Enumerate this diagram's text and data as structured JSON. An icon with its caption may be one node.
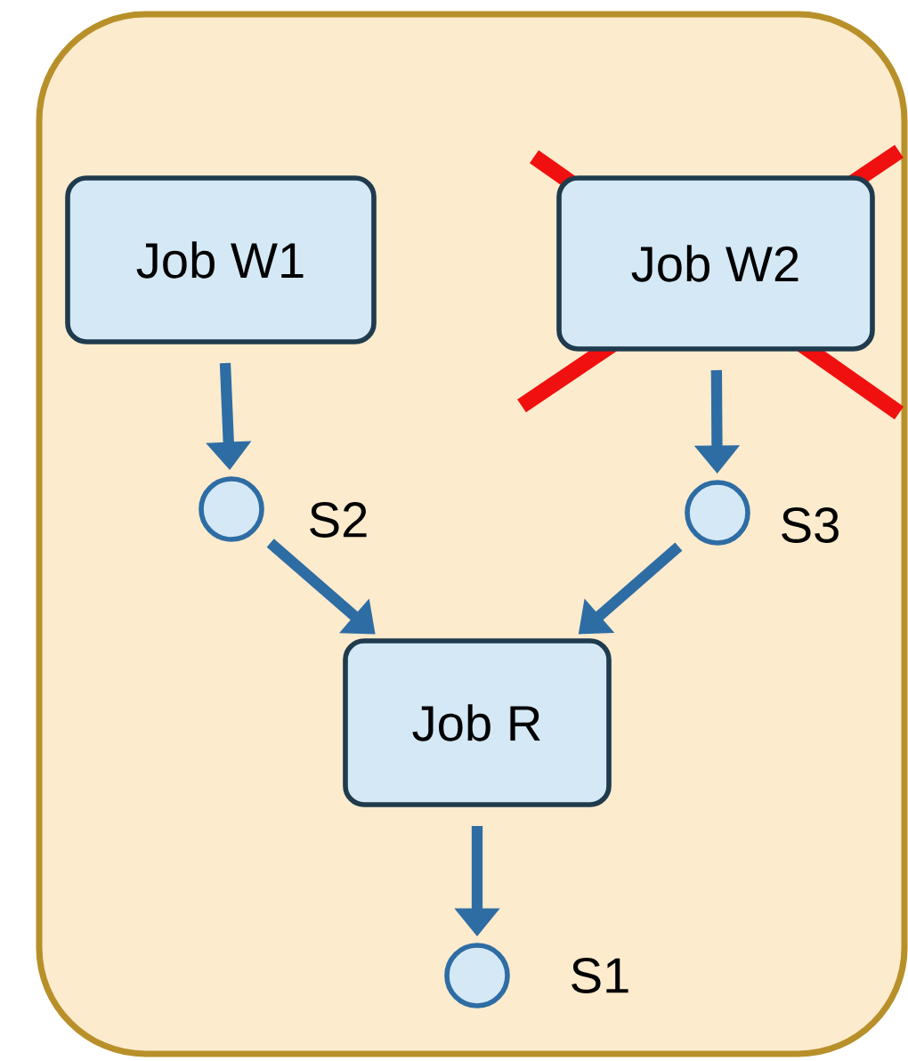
{
  "diagram": {
    "nodes": [
      {
        "text": [],
        "shape": "box"
      },
      {
        "text": [
          "Job W1"
        ],
        "in": 0
      },
      {
        "text": [
          "Job W2"
        ],
        "in": 0
      },
      {
        "text": [],
        "shape": "circle",
        "beside": [
          "S2"
        ],
        "in": 0
      },
      {
        "text": [],
        "shape": "circle",
        "beside": [
          "S3"
        ],
        "in": 0
      },
      {
        "text": [
          "Job R"
        ],
        "in": 0
      },
      {
        "text": [],
        "shape": "circle",
        "beside": [
          "S1"
        ],
        "in": 0
      }
    ],
    "edges": [
      {
        "from": 1,
        "to": 3,
        "arrow": "to"
      },
      {
        "from": 2,
        "to": 4,
        "arrow": "to"
      },
      {
        "from": 3,
        "to": 5,
        "arrow": "to"
      },
      {
        "from": 4,
        "to": 5,
        "arrow": "to"
      },
      {
        "from": 5,
        "to": 6,
        "arrow": "to"
      }
    ]
  }
}
